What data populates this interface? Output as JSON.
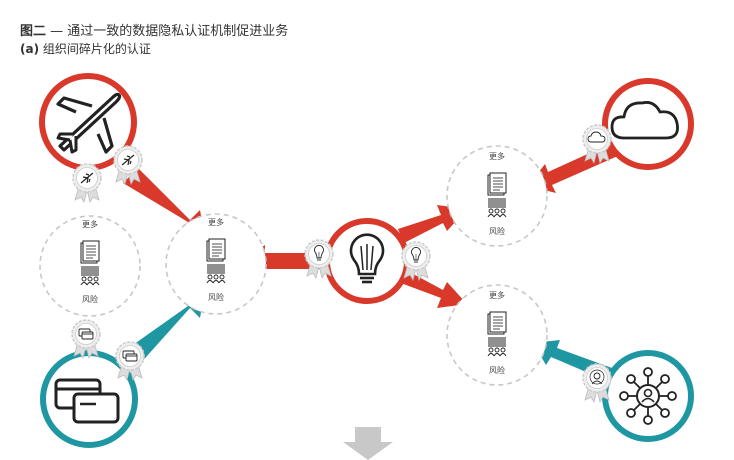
{
  "header": {
    "figure_label": "图二",
    "figure_title": " — 通过一致的数据隐私认证机制促进业务",
    "sub_label": "(a)",
    "sub_title": " 组织间碎片化的认证"
  },
  "doc_labels": {
    "more": "更多",
    "risk": "风险"
  },
  "colors": {
    "red": "#d9392a",
    "teal": "#1f97a3",
    "gray": "#c8c8c8",
    "dark": "#222222"
  },
  "icons": [
    "airplane-icon",
    "cloud-icon",
    "lightbulb-icon",
    "credit-card-icon",
    "network-people-icon",
    "document-icon",
    "ribbon-badge-icon",
    "down-arrow-icon"
  ]
}
